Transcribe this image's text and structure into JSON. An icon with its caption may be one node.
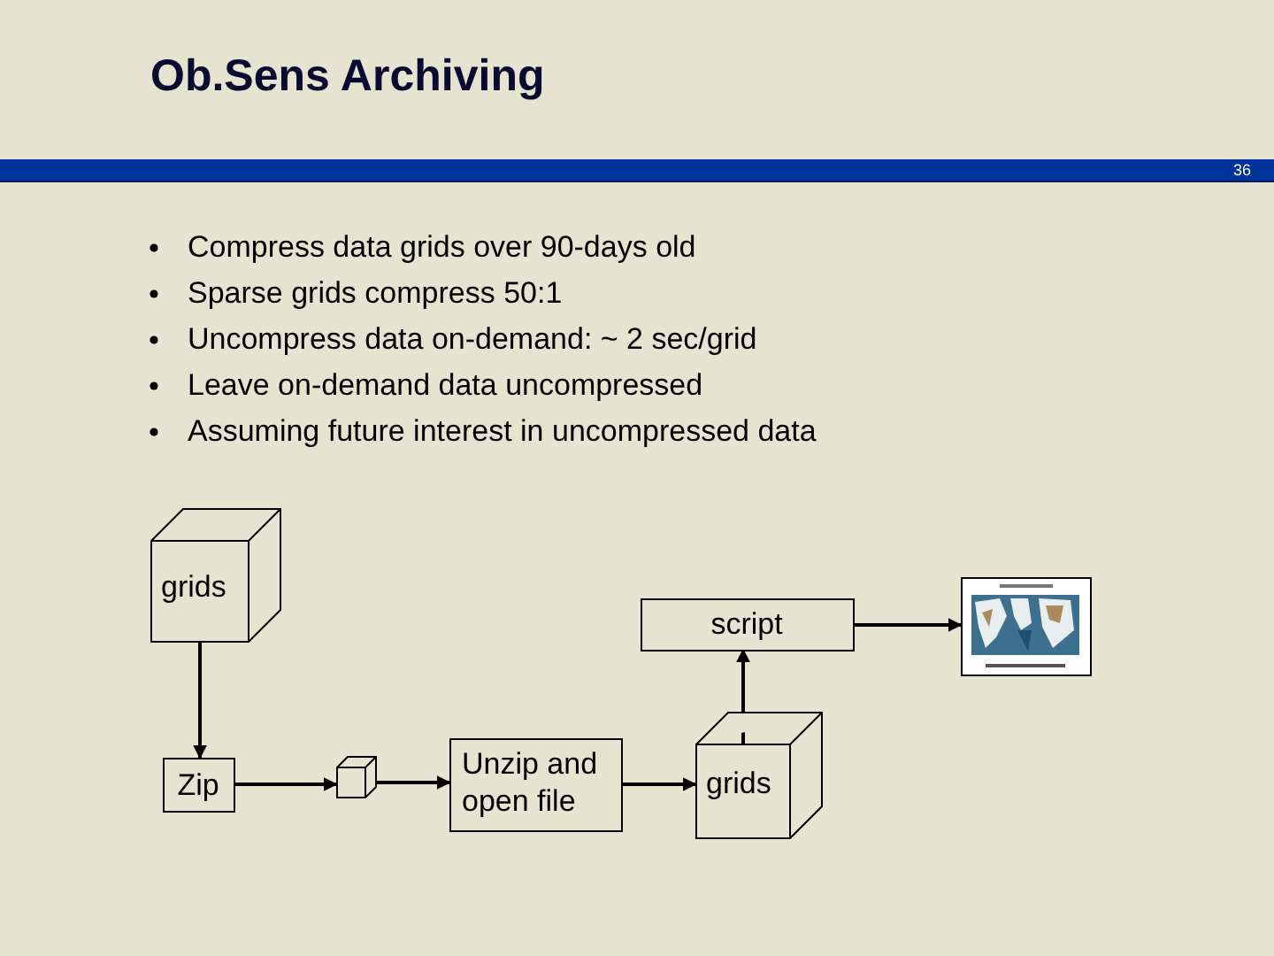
{
  "diagram": {
    "title": "Ob.Sens Archiving",
    "nodes": [
      {
        "text": [
          "grids"
        ]
      },
      {
        "text": [
          "Zip"
        ]
      },
      {
        "text": [],
        "shape": "cube"
      },
      {
        "text": [
          "Unzip and open file"
        ]
      },
      {
        "text": [
          "grids"
        ]
      },
      {
        "text": [
          "script"
        ]
      },
      {
        "text": [],
        "shape": "picture"
      }
    ],
    "edges": [
      {
        "from": 0,
        "to": 1,
        "arrow": "to"
      },
      {
        "from": 1,
        "to": 2,
        "arrow": "to"
      },
      {
        "from": 2,
        "to": 3,
        "arrow": "to"
      },
      {
        "from": 3,
        "to": 4,
        "arrow": "to"
      },
      {
        "from": 4,
        "to": 5,
        "arrow": "to"
      },
      {
        "from": 5,
        "to": 6,
        "arrow": "to"
      }
    ],
    "labels": [
      "36",
      "Compress data grids over 90-days old",
      "Sparse grids compress 50:1",
      "Uncompress data on-demand:  ~ 2 sec/grid",
      "Leave on-demand data uncompressed",
      "Assuming future interest in uncompressed data"
    ]
  }
}
